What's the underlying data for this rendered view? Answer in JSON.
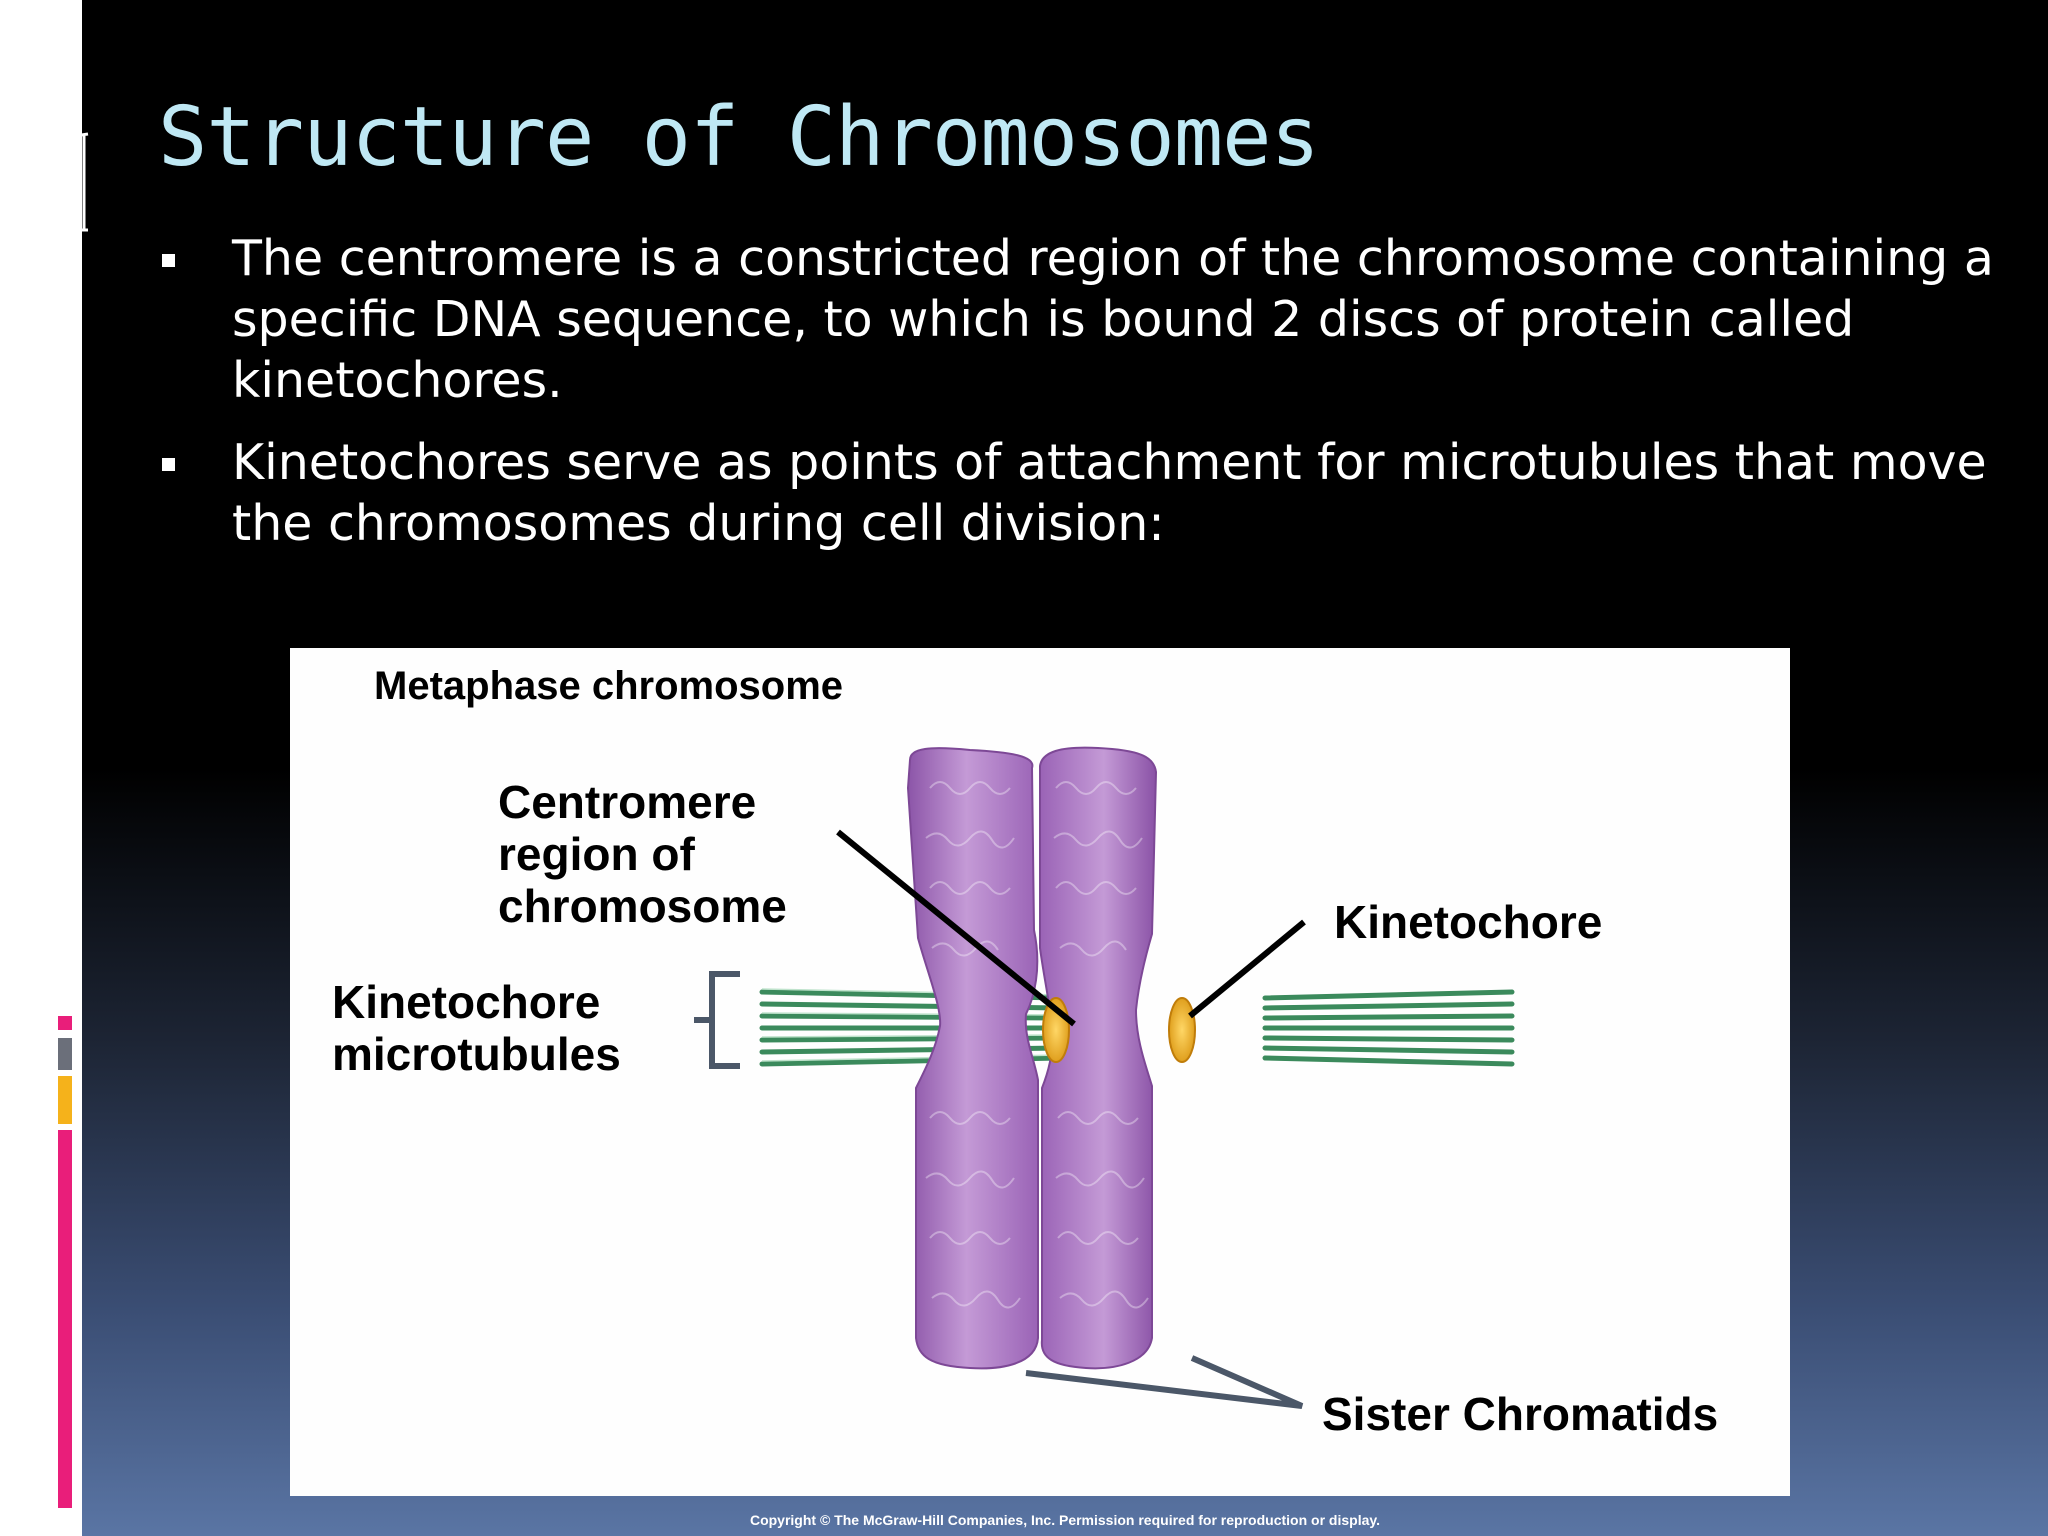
{
  "slide": {
    "title": "Structure of Chromosomes",
    "bullets": [
      "The centromere is a constricted region of the chromosome containing a specific DNA sequence, to which is bound 2 discs of protein called kinetochores.",
      "Kinetochores serve as points of attachment for microtubules that move the chromosomes during cell division:"
    ]
  },
  "figure": {
    "heading": "Metaphase chromosome",
    "labels": {
      "centromere_line1": "Centromere",
      "centromere_line2": "region of",
      "centromere_line3": "chromosome",
      "kinetochore": "Kinetochore",
      "microtubules_line1": "Kinetochore",
      "microtubules_line2": "microtubules",
      "sister_chromatids": "Sister Chromatids"
    },
    "colors": {
      "chromatid": "#a66fc0",
      "microtubule": "#3b8a5c",
      "kinetochore": "#f2b630"
    }
  },
  "copyright": "Copyright © The McGraw-Hill Companies, Inc. Permission required for reproduction or display.",
  "accent_colors": [
    "#e91e7a",
    "#6b6f7a",
    "#f5b21b",
    "#ffffff"
  ]
}
